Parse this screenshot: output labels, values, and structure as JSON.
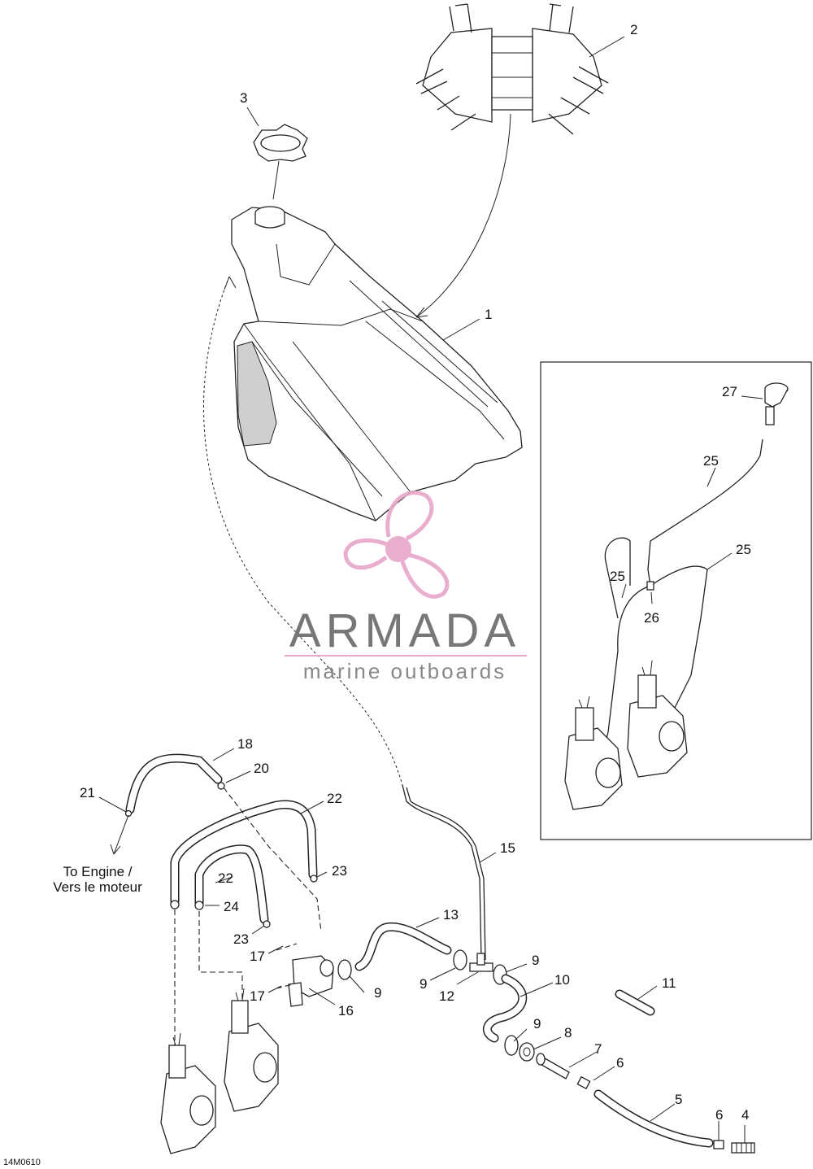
{
  "callouts": {
    "c1": "1",
    "c2": "2",
    "c3": "3",
    "c4": "4",
    "c5": "5",
    "c6a": "6",
    "c6b": "6",
    "c7": "7",
    "c8": "8",
    "c9a": "9",
    "c9b": "9",
    "c9c": "9",
    "c9d": "9",
    "c10": "10",
    "c11": "11",
    "c12": "12",
    "c13": "13",
    "c15": "15",
    "c16": "16",
    "c17a": "17",
    "c17b": "17",
    "c18": "18",
    "c20": "20",
    "c21": "21",
    "c22a": "22",
    "c22b": "22",
    "c23a": "23",
    "c23b": "23",
    "c24": "24",
    "c25a": "25",
    "c25b": "25",
    "c25c": "25",
    "c26": "26",
    "c27": "27"
  },
  "note": {
    "line1": "To Engine /",
    "line2": "Vers le moteur"
  },
  "watermark": {
    "brand": "ARMADA",
    "tagline": "marine outboards",
    "color": "#e7a6c8"
  },
  "diagram_code": "14M0610"
}
